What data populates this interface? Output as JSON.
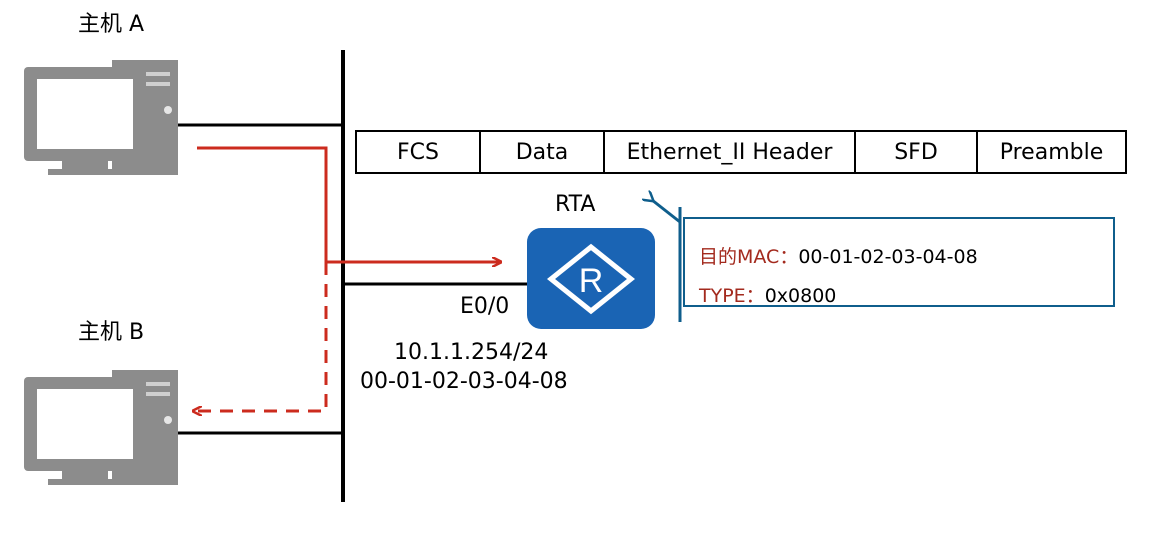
{
  "host_a": {
    "label": "主机 A"
  },
  "host_b": {
    "label": "主机 B"
  },
  "router": {
    "name": "RTA",
    "logo_letter": "R",
    "interface": "E0/0",
    "ip": "10.1.1.254/24",
    "mac": "00-01-02-03-04-08"
  },
  "frame": {
    "fields": [
      "FCS",
      "Data",
      "Ethernet_II Header",
      "SFD",
      "Preamble"
    ]
  },
  "info_box": {
    "dst_mac_key": "目的MAC：",
    "dst_mac_value": "00-01-02-03-04-08",
    "type_key": "TYPE：",
    "type_value": "0x0800"
  },
  "colors": {
    "wire": "#000000",
    "flow_arrow": "#cc2b1e",
    "router_fill": "#1a64b4",
    "callout": "#0f5e8c",
    "computer_gray": "#8c8c8c"
  }
}
